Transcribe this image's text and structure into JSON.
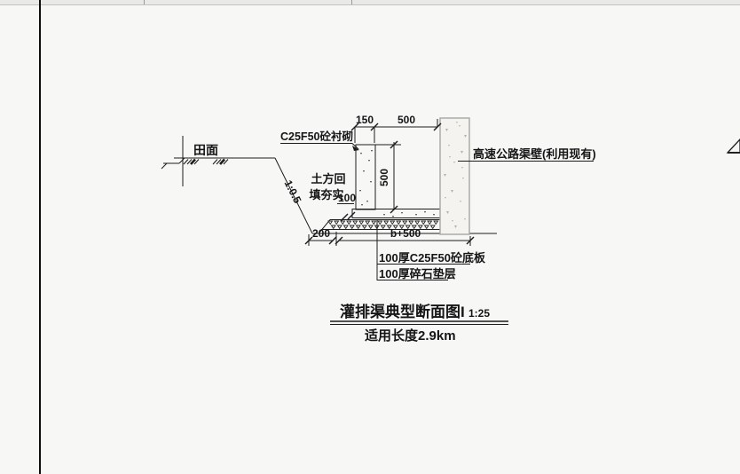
{
  "window": {
    "background": "#f7f7f6",
    "topbar_color": "#e9e9e7",
    "divider_color": "#0d0d0d",
    "ink_color": "#1c1c1c",
    "wall_texture_color": "#b3b3ae"
  },
  "drawing": {
    "labels": {
      "field_surface": "田面",
      "lining": "C25F50砼衬砌",
      "backfill_line1": "土方回",
      "backfill_line2": "填夯实",
      "slope_ratio": "1:0.5",
      "highway_wall": "高速公路渠壁(利用现有)",
      "bottom_slab": "100厚C25F50砼底板",
      "gravel_cushion": "100厚碎石垫层"
    },
    "dimensions": {
      "lining_width": "150",
      "channel_width": "500",
      "wall_height": "500",
      "slab_thickness": "100",
      "toe_width": "200",
      "base_width": "b+500"
    },
    "title": {
      "name": "灌排渠典型断面图I",
      "scale": "1:25",
      "subtitle": "适用长度2.9km"
    }
  }
}
